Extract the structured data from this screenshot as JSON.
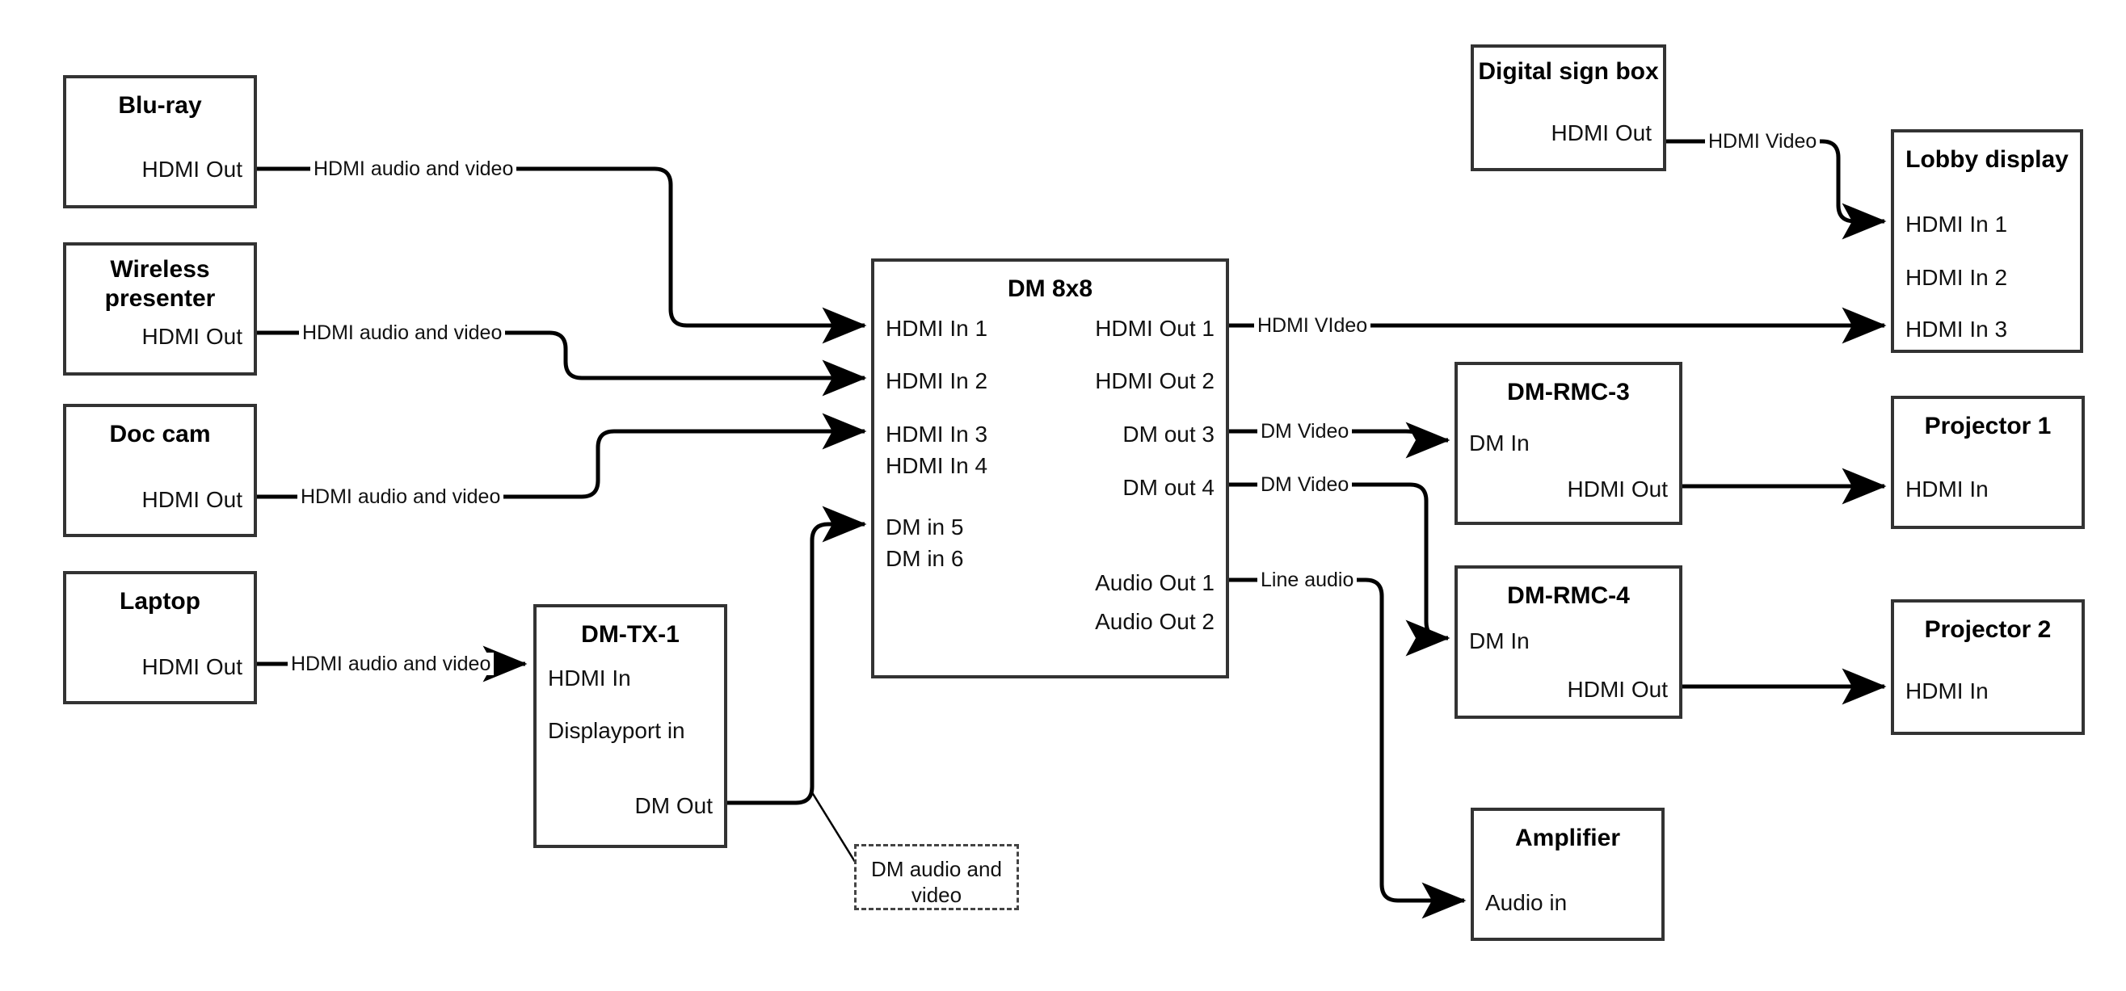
{
  "diagram": {
    "title": "AV signal flow diagram",
    "line_color": "#000000",
    "box_border_color": "#333333",
    "background": "#ffffff"
  },
  "nodes": {
    "bluray": {
      "title": "Blu-ray",
      "ports": {
        "out1": "HDMI Out"
      }
    },
    "wireless": {
      "title": "Wireless presenter",
      "ports": {
        "out1": "HDMI Out"
      }
    },
    "doccam": {
      "title": "Doc cam",
      "ports": {
        "out1": "HDMI Out"
      }
    },
    "laptop": {
      "title": "Laptop",
      "ports": {
        "out1": "HDMI Out"
      }
    },
    "dmtx1": {
      "title": "DM-TX-1",
      "ports": {
        "in1": "HDMI In",
        "in2": "Displayport in",
        "out1": "DM Out"
      }
    },
    "dm8x8": {
      "title": "DM 8x8",
      "inputs": [
        "HDMI In 1",
        "HDMI In 2",
        "HDMI In 3",
        "HDMI In 4",
        "DM in 5",
        "DM in 6"
      ],
      "outputs": [
        "HDMI Out 1",
        "HDMI Out 2",
        "DM out 3",
        "DM out 4",
        "Audio Out 1",
        "Audio Out 2"
      ]
    },
    "digitalsign": {
      "title": "Digital sign box",
      "ports": {
        "out1": "HDMI Out"
      }
    },
    "lobby": {
      "title": "Lobby display",
      "inputs": [
        "HDMI In 1",
        "HDMI In 2",
        "HDMI In 3"
      ]
    },
    "dmrmc3": {
      "title": "DM-RMC-3",
      "ports": {
        "in1": "DM In",
        "out1": "HDMI Out"
      }
    },
    "dmrmc4": {
      "title": "DM-RMC-4",
      "ports": {
        "in1": "DM In",
        "out1": "HDMI Out"
      }
    },
    "projector1": {
      "title": "Projector 1",
      "ports": {
        "in1": "HDMI In"
      }
    },
    "projector2": {
      "title": "Projector 2",
      "ports": {
        "in1": "HDMI In"
      }
    },
    "amplifier": {
      "title": "Amplifier",
      "ports": {
        "in1": "Audio in"
      }
    },
    "note_dm": {
      "text": "DM audio and video"
    }
  },
  "edges": {
    "bluray_to_dm": {
      "label": "HDMI audio and video",
      "from": "Blu-ray HDMI Out",
      "to": "DM 8x8 HDMI In 1"
    },
    "wireless_to_dm": {
      "label": "HDMI audio and video",
      "from": "Wireless presenter HDMI Out",
      "to": "DM 8x8 HDMI In 2"
    },
    "doccam_to_dm": {
      "label": "HDMI audio and video",
      "from": "Doc cam HDMI Out",
      "to": "DM 8x8 HDMI In 3"
    },
    "laptop_to_tx": {
      "label": "HDMI audio and video",
      "from": "Laptop HDMI Out",
      "to": "DM-TX-1 HDMI In"
    },
    "tx_to_dm": {
      "label": "DM audio and video",
      "from": "DM-TX-1 DM Out",
      "to": "DM 8x8 DM in 5"
    },
    "sign_to_lobby": {
      "label": "HDMI Video",
      "from": "Digital sign box HDMI Out",
      "to": "Lobby display HDMI In 1"
    },
    "dm_out1_to_lobby": {
      "label": "HDMI VIdeo",
      "from": "DM 8x8 HDMI Out 1",
      "to": "Lobby display HDMI In 3"
    },
    "dm_out3_to_rmc3": {
      "label": "DM Video",
      "from": "DM 8x8 DM out 3",
      "to": "DM-RMC-3 DM In"
    },
    "dm_out4_to_rmc4": {
      "label": "DM Video",
      "from": "DM 8x8 DM out 4",
      "to": "DM-RMC-4 DM In"
    },
    "dm_audio1_to_amp": {
      "label": "Line audio",
      "from": "DM 8x8 Audio Out 1",
      "to": "Amplifier Audio in"
    },
    "rmc3_to_proj1": {
      "label": "",
      "from": "DM-RMC-3 HDMI Out",
      "to": "Projector 1 HDMI In"
    },
    "rmc4_to_proj2": {
      "label": "",
      "from": "DM-RMC-4 HDMI Out",
      "to": "Projector 2 HDMI In"
    }
  }
}
